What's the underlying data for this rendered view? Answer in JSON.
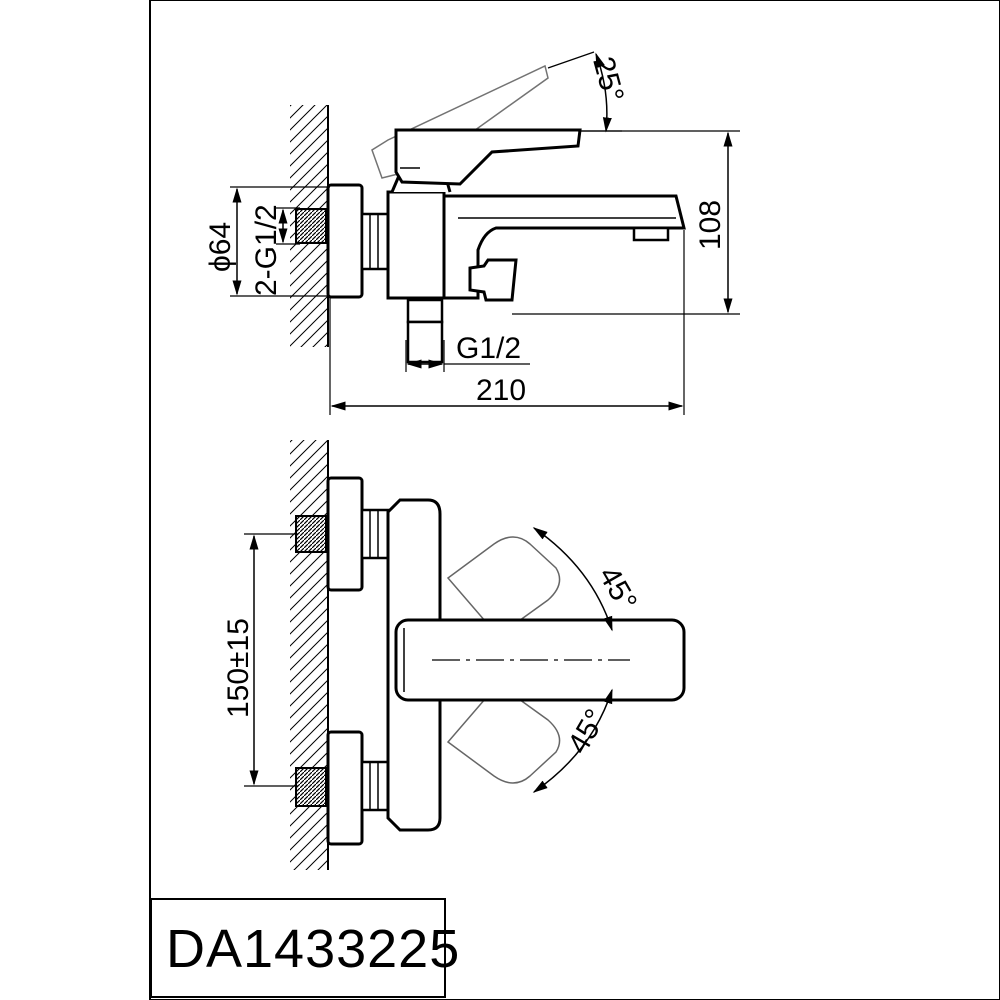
{
  "model_code": "DA1433225",
  "dimensions": {
    "handle_tilt": "25°",
    "height": "108",
    "flange_diameter": "ϕ64",
    "inlet_thread": "2-G1/2",
    "outlet_thread": "G1/2",
    "projection": "210",
    "centre_distance": "150±15",
    "rotation_upper": "45°",
    "rotation_lower": "45°"
  }
}
